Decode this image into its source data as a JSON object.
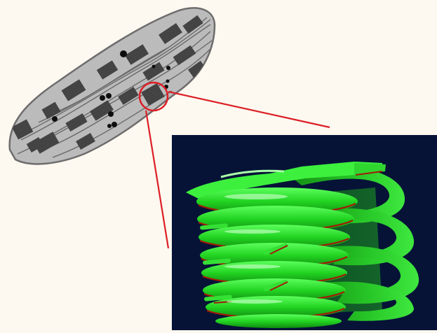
{
  "colors": {
    "page_background": "#fdf8f0",
    "panel_background": "#061337",
    "callout_red": "#dc1f26",
    "membrane_green": "#2ee62e",
    "membrane_dark": "#0c8a0c",
    "membrane_edge": "#a01a08",
    "micrograph_cytoplasm": "#b9b9b9",
    "micrograph_grana": "#3c3c3c",
    "plastoglobule": "#0d0d0d"
  },
  "figure": {
    "micrograph_icon": "electron-micrograph",
    "model_icon": "3d-thylakoid-model",
    "granum_count": 8
  }
}
